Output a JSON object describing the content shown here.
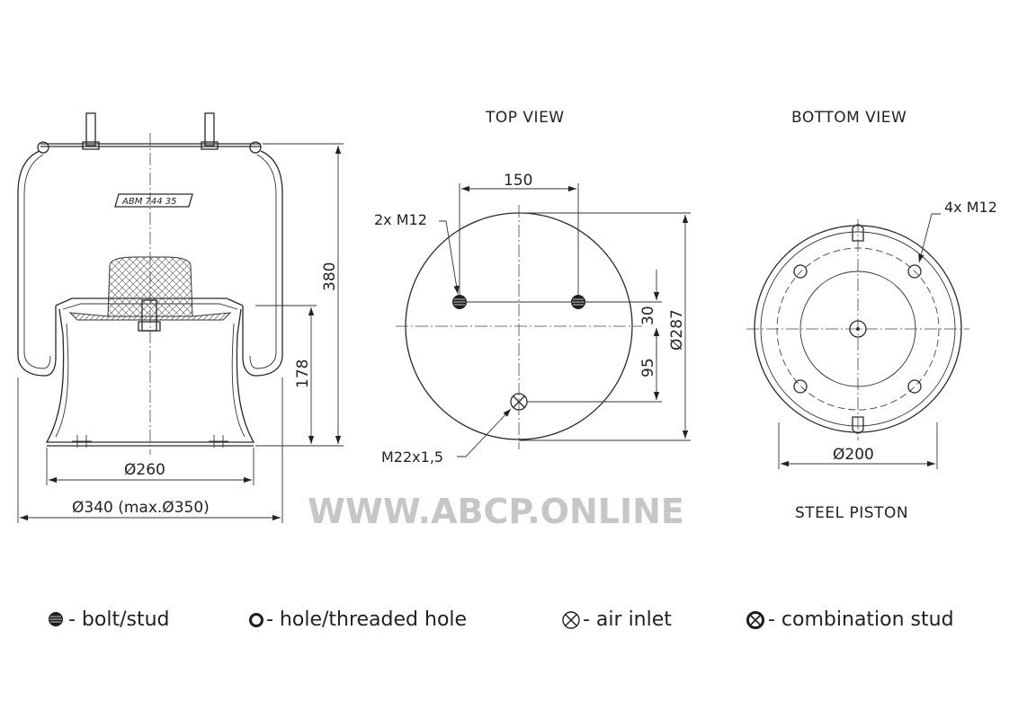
{
  "views": {
    "top": "TOP VIEW",
    "bottom": "BOTTOM VIEW",
    "piston": "STEEL PISTON"
  },
  "side_view": {
    "label_plate": "ABM 744 35",
    "dim_height_total": "380",
    "dim_height_piston": "178",
    "dim_piston_diameter": "Ø260",
    "dim_bellow_diameter": "Ø340 (max.Ø350)"
  },
  "top_view": {
    "dim_stud_spacing": "150",
    "stud_callout": "2x M12",
    "dim_offset_30": "30",
    "dim_offset_95": "95",
    "dim_diameter": "Ø287",
    "inlet_callout": "M22x1,5"
  },
  "bottom_view": {
    "hole_callout": "4x M12",
    "dim_diameter": "Ø200"
  },
  "watermark": "WWW.ABCP.ONLINE",
  "legend": {
    "bolt": "- bolt/stud",
    "hole": "- hole/threaded hole",
    "inlet": "- air inlet",
    "combo": "- combination stud"
  }
}
